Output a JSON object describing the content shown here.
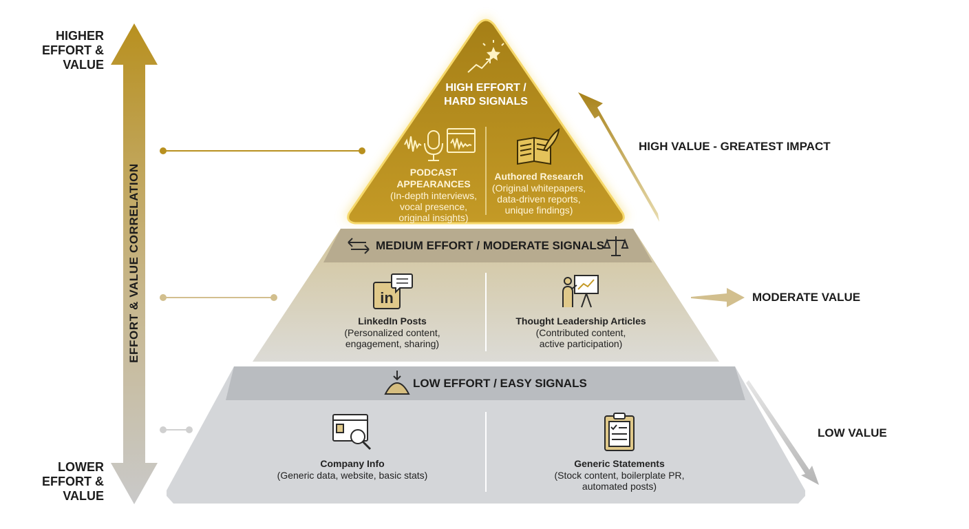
{
  "axis": {
    "higher_label": [
      "HIGHER",
      "EFFORT &",
      "VALUE"
    ],
    "lower_label": [
      "LOWER",
      "EFFORT &",
      "VALUE"
    ],
    "title": "EFFORT & VALUE CORRELATION"
  },
  "tiers": {
    "high": {
      "title": [
        "HIGH EFFORT /",
        "HARD SIGNALS"
      ],
      "items": [
        {
          "title": [
            "PODCAST",
            "APPEARANCES"
          ],
          "desc": [
            "(In-depth interviews,",
            "vocal presence,",
            "original insights)"
          ],
          "icon": "podcast-microphone-icon"
        },
        {
          "title": [
            "Authored Research"
          ],
          "desc": [
            "(Original whitepapers,",
            "data-driven reports,",
            "unique findings)"
          ],
          "icon": "book-quill-icon"
        }
      ]
    },
    "medium": {
      "title": "MEDIUM EFFORT / MODERATE SIGNALS",
      "items": [
        {
          "title": [
            "LinkedIn Posts"
          ],
          "desc": [
            "(Personalized content,",
            "engagement, sharing)"
          ],
          "icon": "linkedin-chat-icon"
        },
        {
          "title": [
            "Thought Leadership Articles"
          ],
          "desc": [
            "(Contributed content,",
            "active participation)"
          ],
          "icon": "presenter-board-icon"
        }
      ]
    },
    "low": {
      "title": "LOW EFFORT / EASY SIGNALS",
      "items": [
        {
          "title": [
            "Company Info"
          ],
          "desc": [
            "(Generic data, website, basic stats)"
          ],
          "icon": "browser-search-icon"
        },
        {
          "title": [
            "Generic Statements"
          ],
          "desc": [
            "(Stock content, boilerplate PR,",
            "automated posts)"
          ],
          "icon": "clipboard-checklist-icon"
        }
      ]
    }
  },
  "value_labels": {
    "high": "HIGH VALUE - GREATEST IMPACT",
    "moderate": "MODERATE VALUE",
    "low": "LOW VALUE"
  },
  "colors": {
    "gold": "#b8901f",
    "gold_dark": "#9a7512",
    "glow": "#f6e08a",
    "medium_band": "#b7ab8f",
    "low_band": "#b9bcc0",
    "low_body": "#d4d6d9"
  }
}
